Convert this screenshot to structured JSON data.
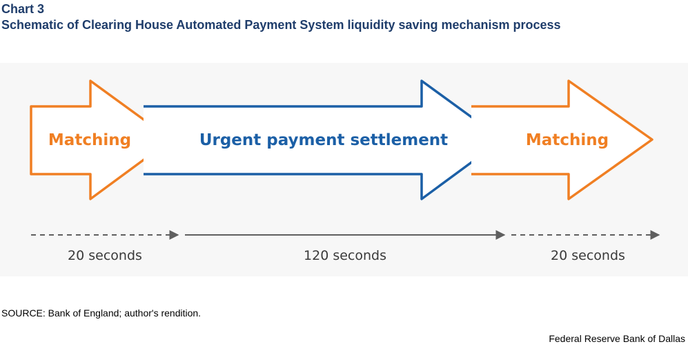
{
  "header": {
    "chart_number": "Chart 3",
    "title": "Schematic of Clearing House Automated Payment System liquidity saving mechanism process"
  },
  "diagram": {
    "phases": [
      {
        "label": "Matching",
        "duration": "20 seconds",
        "color": "#f07f23",
        "timeline_style": "dashed"
      },
      {
        "label": "Urgent payment settlement",
        "duration": "120 seconds",
        "color": "#1b5fa6",
        "timeline_style": "solid"
      },
      {
        "label": "Matching",
        "duration": "20 seconds",
        "color": "#f07f23",
        "timeline_style": "dashed"
      }
    ],
    "timeline_color": "#5f5f5f"
  },
  "footer": {
    "source": "SOURCE: Bank of England; author's rendition.",
    "credit": "Federal Reserve Bank of Dallas"
  }
}
